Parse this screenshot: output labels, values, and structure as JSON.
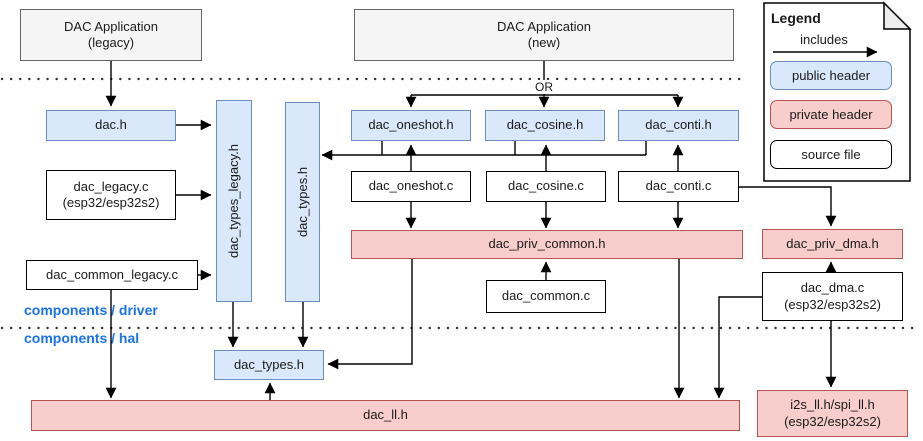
{
  "layer_labels": {
    "driver": "components / driver",
    "hal": "components / hal"
  },
  "or_label": "OR",
  "legend": {
    "title": "Legend",
    "includes_label": "includes",
    "items": [
      {
        "label": "public header"
      },
      {
        "label": "private header"
      },
      {
        "label": "source file"
      }
    ]
  },
  "nodes": {
    "app_legacy": {
      "label": "DAC Application",
      "sublabel": "(legacy)"
    },
    "app_new": {
      "label": "DAC Application",
      "sublabel": "(new)"
    },
    "dac_h": {
      "label": "dac.h"
    },
    "dac_types_legacy_h": {
      "label": "dac_types_legacy.h"
    },
    "dac_types_h_driver": {
      "label": "dac_types.h"
    },
    "dac_oneshot_h": {
      "label": "dac_oneshot.h"
    },
    "dac_cosine_h": {
      "label": "dac_cosine.h"
    },
    "dac_conti_h": {
      "label": "dac_conti.h"
    },
    "dac_legacy_c": {
      "label": "dac_legacy.c",
      "sublabel": "(esp32/esp32s2)"
    },
    "dac_common_legacy_c": {
      "label": "dac_common_legacy.c"
    },
    "dac_oneshot_c": {
      "label": "dac_oneshot.c"
    },
    "dac_cosine_c": {
      "label": "dac_cosine.c"
    },
    "dac_conti_c": {
      "label": "dac_conti.c"
    },
    "dac_priv_common_h": {
      "label": "dac_priv_common.h"
    },
    "dac_common_c": {
      "label": "dac_common.c"
    },
    "dac_priv_dma_h": {
      "label": "dac_priv_dma.h"
    },
    "dac_dma_c": {
      "label": "dac_dma.c",
      "sublabel": "(esp32/esp32s2)"
    },
    "dac_types_h_hal": {
      "label": "dac_types.h"
    },
    "dac_ll_h": {
      "label": "dac_ll.h"
    },
    "i2s_spi_ll_h": {
      "label": "i2s_ll.h/spi_ll.h",
      "sublabel": "(esp32/esp32s2)"
    }
  },
  "colors": {
    "public_header_fill": "#dae8fc",
    "public_header_border": "#6c8ebf",
    "private_header_fill": "#f8cecc",
    "private_header_border": "#b85450",
    "app_fill": "#f5f5f5",
    "app_border": "#666666",
    "source_fill": "#ffffff",
    "source_border": "#000000",
    "layer_label_color": "#1a73e8",
    "arrow_color": "#000000"
  }
}
